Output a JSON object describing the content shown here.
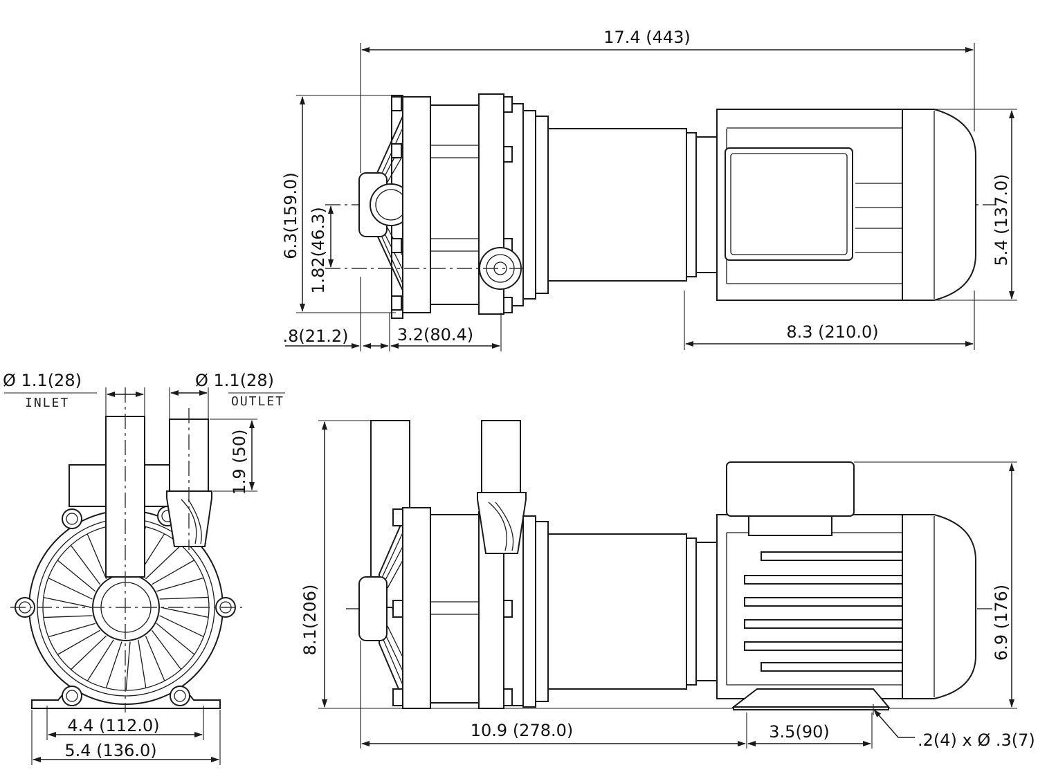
{
  "dimensions": {
    "overall_length": "17.4 (443)",
    "top_height": "6.3(159.0)",
    "top_port_offset": "1.82(46.3)",
    "top_front_offset": ".8(21.2)",
    "top_head_length": "3.2(80.4)",
    "motor_length": "8.3 (210.0)",
    "motor_height": "5.4 (137.0)",
    "inlet_dia": "Ø 1.1(28)",
    "outlet_dia": "Ø 1.1(28)",
    "outlet_height": "1.9 (50)",
    "base_inner_width": "4.4 (112.0)",
    "base_outer_width": "5.4 (136.0)",
    "side_total_height": "8.1(206)",
    "side_motor_height": "6.9 (176)",
    "side_length": "10.9 (278.0)",
    "foot_spacing": "3.5(90)",
    "mount_holes": ".2(4) x Ø .3(7)"
  },
  "labels": {
    "inlet": "INLET",
    "outlet": "OUTLET"
  }
}
